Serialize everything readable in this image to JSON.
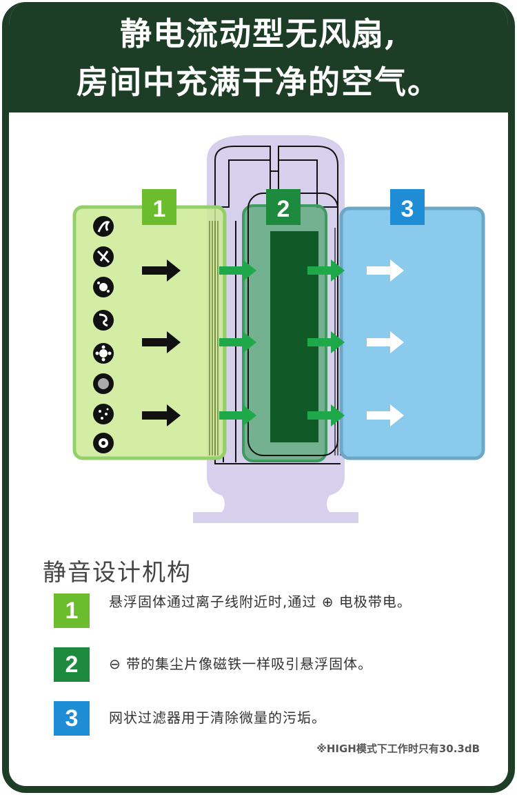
{
  "header": {
    "title_line1": "静电流动型无风扇,",
    "title_line2": "房间中充满干净的空气。"
  },
  "diagram": {
    "stage_labels": [
      "1",
      "2",
      "3"
    ],
    "colors": {
      "stage1": "#8cc63f",
      "stage2": "#1e8a3e",
      "stage3": "#1f8dd6",
      "frame": "#1d3d26"
    },
    "pollutant_icons": [
      "pet-hair-icon",
      "pollen-icon",
      "mold-icon",
      "tick-icon",
      "flower-pollen-icon",
      "dust-icon",
      "bacteria-icon",
      "virus-icon"
    ]
  },
  "mechanism": {
    "title": "静音设计机构",
    "items": [
      {
        "num": "1",
        "text": "悬浮固体通过离子线附近时,通过 ⊕ 电极带电。"
      },
      {
        "num": "2",
        "text": "⊖ 带的集尘片像磁铁一样吸引悬浮固体。"
      },
      {
        "num": "3",
        "text": "网状过滤器用于清除微量的污垢。"
      }
    ]
  },
  "note": "※HIGH模式下工作时只有30.3dB"
}
